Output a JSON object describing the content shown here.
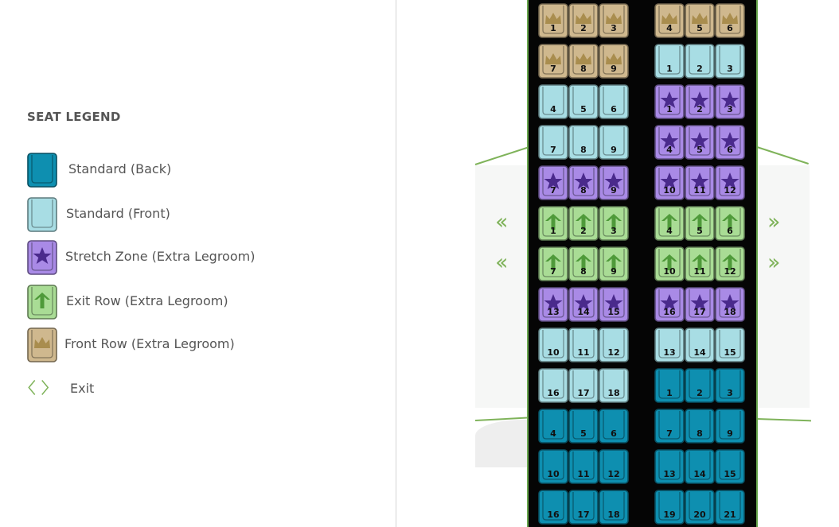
{
  "legend": {
    "title": "SEAT LEGEND",
    "items": [
      {
        "label": "Standard (Back)",
        "type": "standard-back",
        "icon": "seat-icon"
      },
      {
        "label": "Standard (Front)",
        "type": "standard-front",
        "icon": "seat-icon"
      },
      {
        "label": "Stretch Zone (Extra Legroom)",
        "type": "stretch",
        "icon": "star-icon"
      },
      {
        "label": "Exit Row (Extra Legroom)",
        "type": "exit-row",
        "icon": "arrow-up-icon"
      },
      {
        "label": "Front Row (Extra Legroom)",
        "type": "front-row",
        "icon": "crown-icon"
      },
      {
        "label": "Exit",
        "type": "exit",
        "icon": "exit-chevrons-icon"
      }
    ]
  },
  "colors": {
    "standard-back": "#0e8fb0",
    "standard-front": "#a8dde4",
    "stretch": "#a98ae6",
    "exit-row": "#a9dc95",
    "front-row": "#cfb88e",
    "exit": "#7fb35a"
  },
  "seat_rows": [
    {
      "left": [
        [
          "front-row",
          "1"
        ],
        [
          "front-row",
          "2"
        ],
        [
          "front-row",
          "3"
        ]
      ],
      "right": [
        [
          "front-row",
          "4"
        ],
        [
          "front-row",
          "5"
        ],
        [
          "front-row",
          "6"
        ]
      ]
    },
    {
      "left": [
        [
          "front-row",
          "7"
        ],
        [
          "front-row",
          "8"
        ],
        [
          "front-row",
          "9"
        ]
      ],
      "right": [
        [
          "standard-front",
          "1"
        ],
        [
          "standard-front",
          "2"
        ],
        [
          "standard-front",
          "3"
        ]
      ]
    },
    {
      "left": [
        [
          "standard-front",
          "4"
        ],
        [
          "standard-front",
          "5"
        ],
        [
          "standard-front",
          "6"
        ]
      ],
      "right": [
        [
          "stretch",
          "1"
        ],
        [
          "stretch",
          "2"
        ],
        [
          "stretch",
          "3"
        ]
      ]
    },
    {
      "left": [
        [
          "standard-front",
          "7"
        ],
        [
          "standard-front",
          "8"
        ],
        [
          "standard-front",
          "9"
        ]
      ],
      "right": [
        [
          "stretch",
          "4"
        ],
        [
          "stretch",
          "5"
        ],
        [
          "stretch",
          "6"
        ]
      ]
    },
    {
      "left": [
        [
          "stretch",
          "7"
        ],
        [
          "stretch",
          "8"
        ],
        [
          "stretch",
          "9"
        ]
      ],
      "right": [
        [
          "stretch",
          "10"
        ],
        [
          "stretch",
          "11"
        ],
        [
          "stretch",
          "12"
        ]
      ]
    },
    {
      "left": [
        [
          "exit-row",
          "1"
        ],
        [
          "exit-row",
          "2"
        ],
        [
          "exit-row",
          "3"
        ]
      ],
      "right": [
        [
          "exit-row",
          "4"
        ],
        [
          "exit-row",
          "5"
        ],
        [
          "exit-row",
          "6"
        ]
      ],
      "exit": true
    },
    {
      "left": [
        [
          "exit-row",
          "7"
        ],
        [
          "exit-row",
          "8"
        ],
        [
          "exit-row",
          "9"
        ]
      ],
      "right": [
        [
          "exit-row",
          "10"
        ],
        [
          "exit-row",
          "11"
        ],
        [
          "exit-row",
          "12"
        ]
      ],
      "exit": true
    },
    {
      "left": [
        [
          "stretch",
          "13"
        ],
        [
          "stretch",
          "14"
        ],
        [
          "stretch",
          "15"
        ]
      ],
      "right": [
        [
          "stretch",
          "16"
        ],
        [
          "stretch",
          "17"
        ],
        [
          "stretch",
          "18"
        ]
      ]
    },
    {
      "left": [
        [
          "standard-front",
          "10"
        ],
        [
          "standard-front",
          "11"
        ],
        [
          "standard-front",
          "12"
        ]
      ],
      "right": [
        [
          "standard-front",
          "13"
        ],
        [
          "standard-front",
          "14"
        ],
        [
          "standard-front",
          "15"
        ]
      ]
    },
    {
      "left": [
        [
          "standard-front",
          "16"
        ],
        [
          "standard-front",
          "17"
        ],
        [
          "standard-front",
          "18"
        ]
      ],
      "right": [
        [
          "standard-back",
          "1"
        ],
        [
          "standard-back",
          "2"
        ],
        [
          "standard-back",
          "3"
        ]
      ]
    },
    {
      "left": [
        [
          "standard-back",
          "4"
        ],
        [
          "standard-back",
          "5"
        ],
        [
          "standard-back",
          "6"
        ]
      ],
      "right": [
        [
          "standard-back",
          "7"
        ],
        [
          "standard-back",
          "8"
        ],
        [
          "standard-back",
          "9"
        ]
      ]
    },
    {
      "left": [
        [
          "standard-back",
          "10"
        ],
        [
          "standard-back",
          "11"
        ],
        [
          "standard-back",
          "12"
        ]
      ],
      "right": [
        [
          "standard-back",
          "13"
        ],
        [
          "standard-back",
          "14"
        ],
        [
          "standard-back",
          "15"
        ]
      ]
    },
    {
      "left": [
        [
          "standard-back",
          "16"
        ],
        [
          "standard-back",
          "17"
        ],
        [
          "standard-back",
          "18"
        ]
      ],
      "right": [
        [
          "standard-back",
          "19"
        ],
        [
          "standard-back",
          "20"
        ],
        [
          "standard-back",
          "21"
        ]
      ]
    }
  ]
}
